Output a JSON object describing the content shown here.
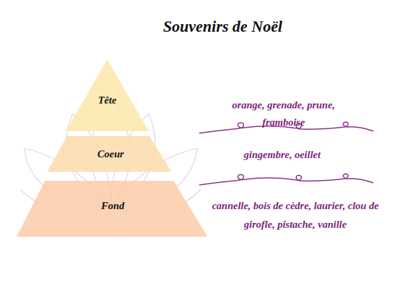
{
  "diagram": {
    "title": "Souvenirs de Noël",
    "nodes": [
      {
        "text": [
          "Tête"
        ]
      },
      {
        "text": [
          "Coeur"
        ]
      },
      {
        "text": [
          "Fond"
        ]
      }
    ],
    "labels": [
      "orange, grenade, prune, framboise",
      "gingembre, oeillet",
      "cannelle, bois de cèdre, laurier, clou de girofle, pistache, vanille"
    ]
  }
}
